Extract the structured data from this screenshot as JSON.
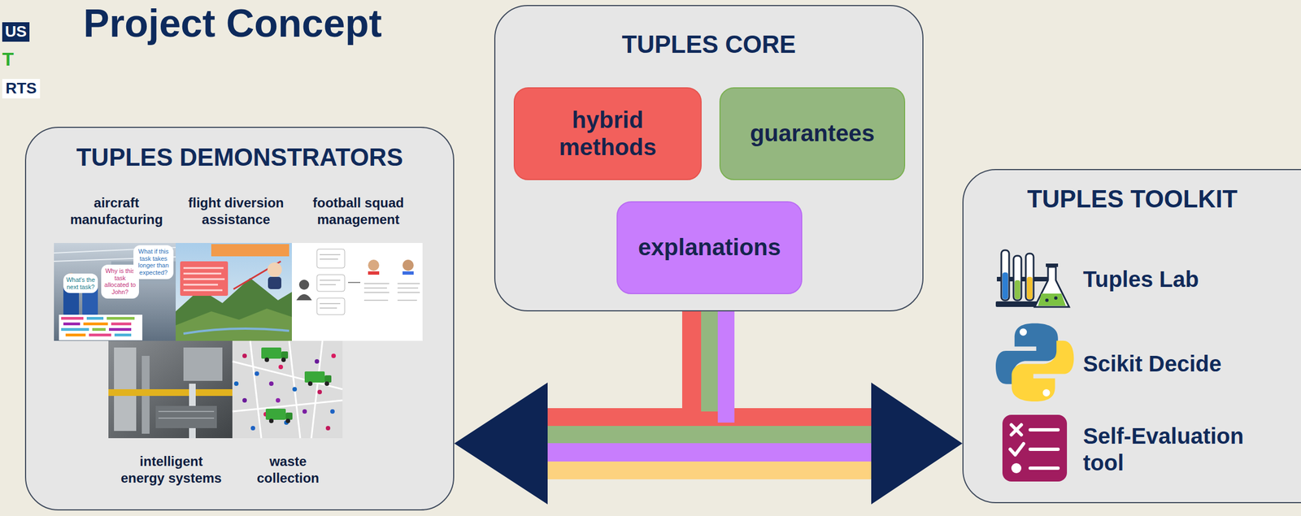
{
  "diagram": {
    "title": "Project Concept",
    "nodes": [
      {
        "text": [
          "TUPLES DEMONSTRATORS"
        ]
      },
      {
        "text": [
          "aircraft manufacturing"
        ],
        "in": 0
      },
      {
        "text": [
          "flight diversion assistance"
        ],
        "in": 0
      },
      {
        "text": [
          "football squad management"
        ],
        "in": 0
      },
      {
        "text": [
          "intelligent energy systems"
        ],
        "in": 0
      },
      {
        "text": [
          "waste collection"
        ],
        "in": 0
      },
      {
        "text": [
          "TUPLES CORE"
        ]
      },
      {
        "text": [
          "hybrid methods"
        ],
        "in": 6
      },
      {
        "text": [
          "guarantees"
        ],
        "in": 6
      },
      {
        "text": [
          "explanations"
        ],
        "in": 6
      },
      {
        "text": [
          "TUPLES TOOLKIT"
        ]
      },
      {
        "text": [
          "Tuples Lab"
        ],
        "in": 10
      },
      {
        "text": [
          "Scikit Decide"
        ],
        "in": 10
      },
      {
        "text": [
          "Self-Evaluation tool"
        ],
        "in": 10
      }
    ],
    "edges": [
      {
        "from": 6,
        "to": 0,
        "arrow": "to"
      },
      {
        "from": 6,
        "to": 10,
        "arrow": "to"
      }
    ],
    "labels": [
      "US",
      "T",
      "RTS",
      "What's the next task?",
      "Why is this task allocated to John?",
      "What if this task takes longer than expected?"
    ]
  }
}
